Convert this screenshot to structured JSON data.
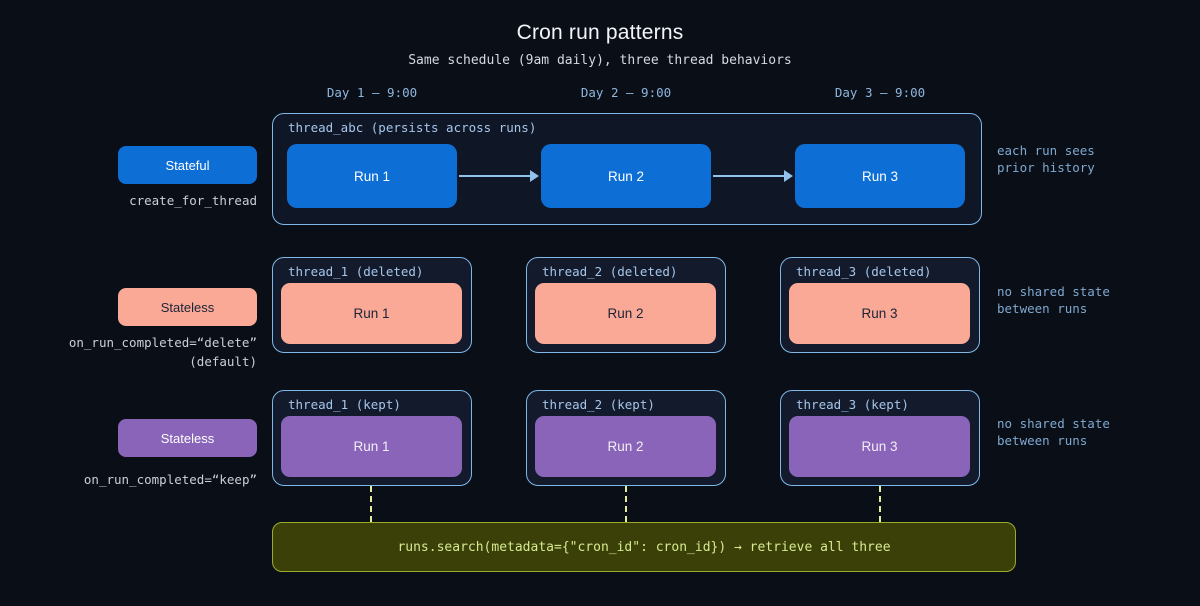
{
  "title": "Cron run patterns",
  "subtitle": "Same schedule (9am daily), three thread behaviors",
  "column_headers": [
    "Day 1 — 9:00",
    "Day 2 — 9:00",
    "Day 3 — 9:00"
  ],
  "stateful": {
    "label": "Stateful",
    "caption": "create_for_thread",
    "thread_label": "thread_abc (persists across runs)",
    "runs": [
      "Run 1",
      "Run 2",
      "Run 3"
    ],
    "annotation_lines": [
      "each run sees",
      "prior history"
    ]
  },
  "stateless_delete": {
    "label": "Stateless",
    "caption_lines": [
      "on_run_completed=“delete”",
      "(default)"
    ],
    "threads": [
      {
        "label": "thread_1 (deleted)",
        "run": "Run 1"
      },
      {
        "label": "thread_2 (deleted)",
        "run": "Run 2"
      },
      {
        "label": "thread_3 (deleted)",
        "run": "Run 3"
      }
    ],
    "annotation_lines": [
      "no shared state",
      "between runs"
    ]
  },
  "stateless_keep": {
    "label": "Stateless",
    "caption_lines": [
      "on_run_completed=“keep”"
    ],
    "threads": [
      {
        "label": "thread_1 (kept)",
        "run": "Run 1"
      },
      {
        "label": "thread_2 (kept)",
        "run": "Run 2"
      },
      {
        "label": "thread_3 (kept)",
        "run": "Run 3"
      }
    ],
    "annotation_lines": [
      "no shared state",
      "between runs"
    ]
  },
  "footer": {
    "text": "runs.search(metadata={\"cron_id\": cron_id}) → retrieve all three"
  },
  "colors": {
    "background": "#0a0e17",
    "stateful_blue": "#0d6fd6",
    "stateless_salmon": "#f9a996",
    "stateless_purple": "#8a64b8",
    "container_border": "#7fb8e8",
    "annotation_blue": "#7fa8d0",
    "connector_yellow": "#e6e9a0",
    "footer_bg": "#3a4008",
    "footer_border": "#9aad2a",
    "footer_text": "#d6ea90"
  }
}
